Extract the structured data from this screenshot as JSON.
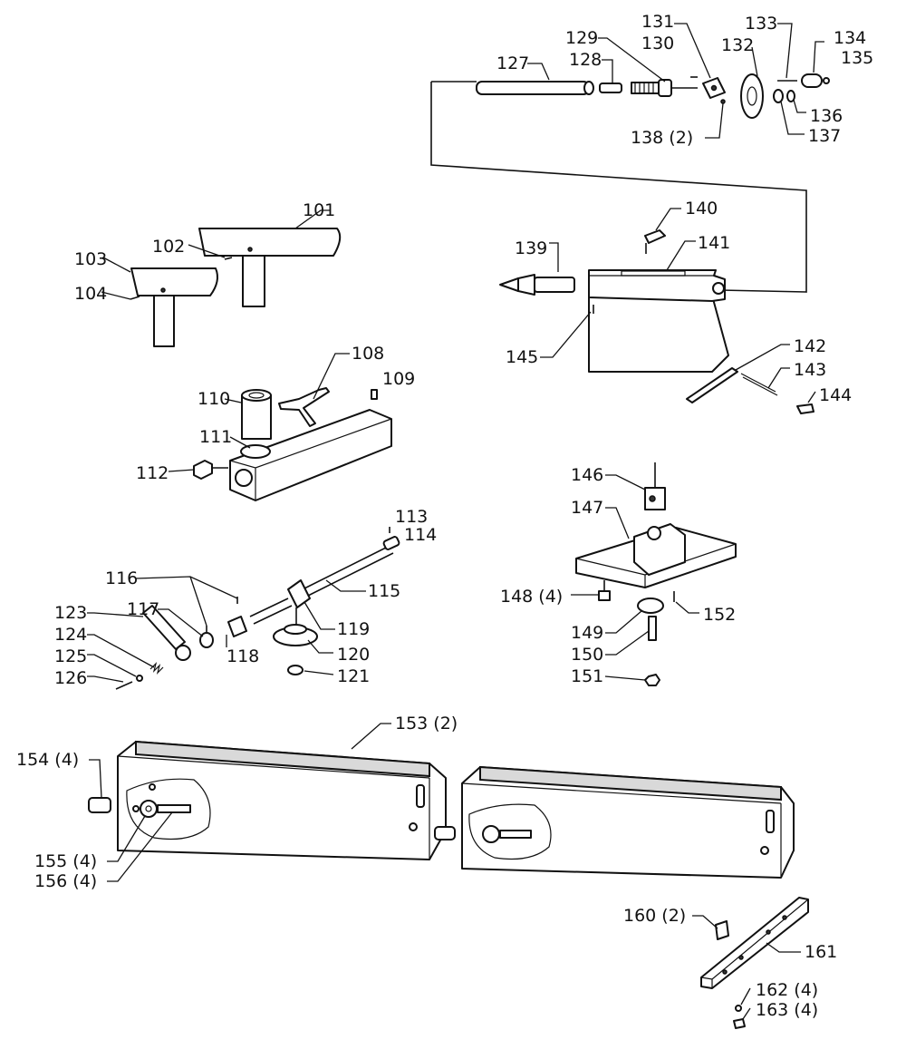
{
  "labels": {
    "p101": "101",
    "p102": "102",
    "p103": "103",
    "p104": "104",
    "p108": "108",
    "p109": "109",
    "p110": "110",
    "p111": "111",
    "p112": "112",
    "p113": "113",
    "p114": "114",
    "p115": "115",
    "p116": "116",
    "p117": "117",
    "p118": "118",
    "p119": "119",
    "p120": "120",
    "p121": "121",
    "p123": "123",
    "p124": "124",
    "p125": "125",
    "p126": "126",
    "p127": "127",
    "p128": "128",
    "p129": "129",
    "p130": "130",
    "p131": "131",
    "p132": "132",
    "p133": "133",
    "p134": "134",
    "p135": "135",
    "p136": "136",
    "p137": "137",
    "p138": "138 (2)",
    "p139": "139",
    "p140": "140",
    "p141": "141",
    "p142": "142",
    "p143": "143",
    "p144": "144",
    "p145": "145",
    "p146": "146",
    "p147": "147",
    "p148": "148 (4)",
    "p149": "149",
    "p150": "150",
    "p151": "151",
    "p152": "152",
    "p153": "153 (2)",
    "p154": "154 (4)",
    "p155": "155 (4)",
    "p156": "156 (4)",
    "p160": "160 (2)",
    "p161": "161",
    "p162": "162 (4)",
    "p163": "163 (4)"
  }
}
